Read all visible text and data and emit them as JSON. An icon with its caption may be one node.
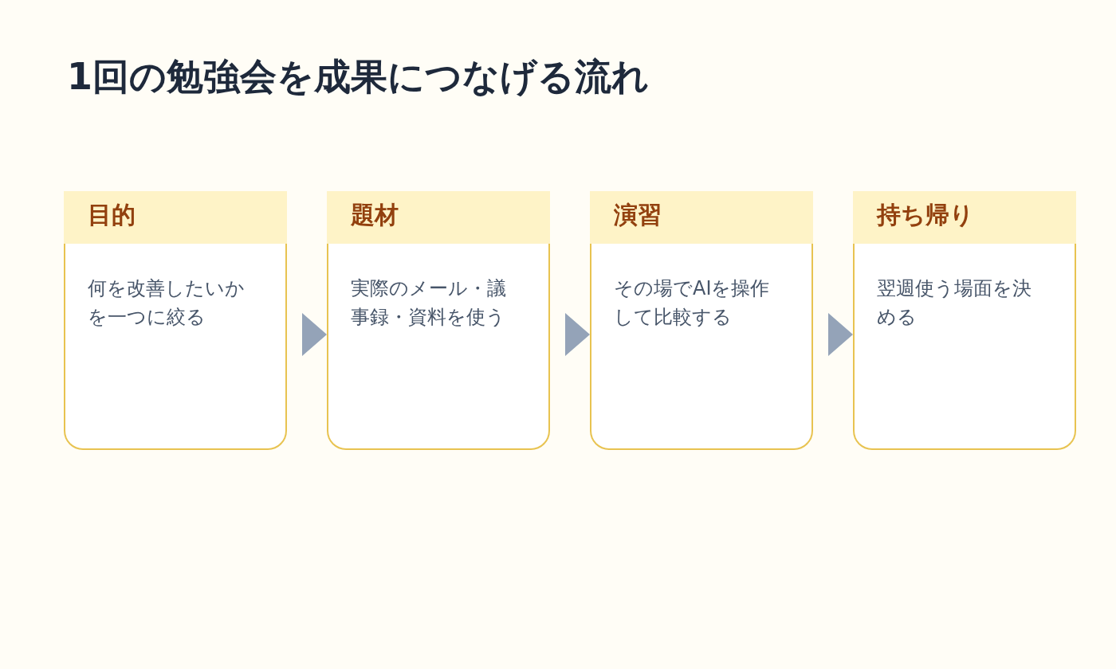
{
  "diagram": {
    "title": "1回の勉強会を成果につなげる流れ",
    "nodes": [
      {
        "text": [
          "目的",
          "何を改善したいかを一つに絞る"
        ]
      },
      {
        "text": [
          "題材",
          "実際のメール・議事録・資料を使う"
        ]
      },
      {
        "text": [
          "演習",
          "その場でAIを操作して比較する"
        ]
      },
      {
        "text": [
          "持ち帰り",
          "翌週使う場面を決める"
        ]
      }
    ],
    "edges": [
      {
        "from": 0,
        "to": 1,
        "arrow": "to"
      },
      {
        "from": 1,
        "to": 2,
        "arrow": "to"
      },
      {
        "from": 2,
        "to": 3,
        "arrow": "to"
      }
    ]
  }
}
